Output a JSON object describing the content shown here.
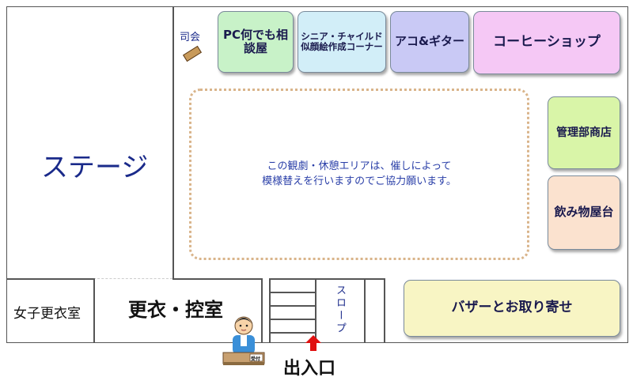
{
  "regions": {
    "stage": "ステージ",
    "women_changing": "女子更衣室",
    "green_room": "更衣・控室",
    "slope": "スロープ",
    "mc": "司会",
    "entrance": "出入口",
    "reception": "受付"
  },
  "booths": {
    "pc": "PC何でも相談屋",
    "portrait": "シニア・チャイルド\n似顔絵作成コーナー",
    "guitar": "アコ&ギター",
    "coffee": "コーヒーショップ",
    "management": "管理部商店",
    "drinks": "飲み物屋台",
    "bazaar": "バザーとお取り寄せ"
  },
  "viewing_area_note": "この観劇・休憩エリアは、催しによって\n模様替えを行いますのでご協力願います。",
  "colors": {
    "pc": "#c8f2c8",
    "portrait": "#d2eef8",
    "guitar": "#c9c9f5",
    "coffee": "#f5c8f5",
    "management": "#d9f5a8",
    "drinks": "#fbe2cf",
    "bazaar": "#f8f5c4",
    "dotted_border": "#d9b48a",
    "text_blue": "#1a2a8a",
    "entrance_arrow": "#e01010"
  }
}
